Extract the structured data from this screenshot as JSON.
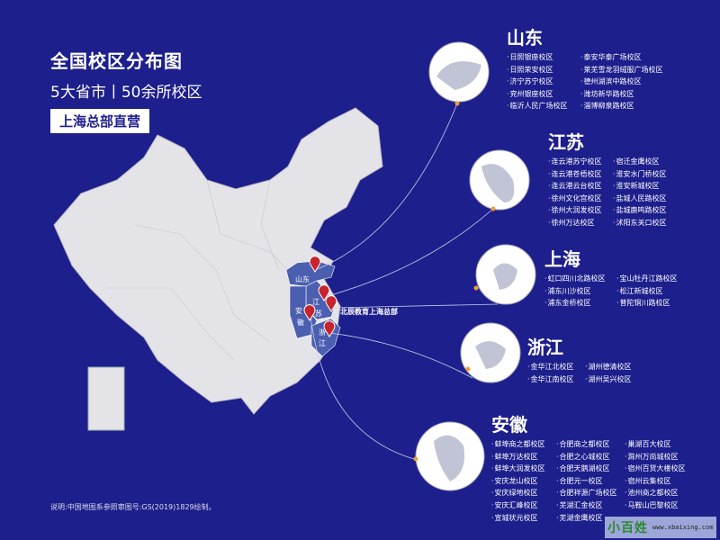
{
  "header": {
    "title": "全国校区分布图",
    "subtitle": "5大省市丨50余所校区",
    "badge": "上海总部直营"
  },
  "map": {
    "hq_label": "北辰教育上海总部",
    "labels": {
      "shandong": "山东",
      "jiangsu_a": "江",
      "jiangsu_b": "苏",
      "anhui_a": "安",
      "anhui_b": "徽",
      "zhejiang_a": "浙",
      "zhejiang_b": "江"
    }
  },
  "colors": {
    "background": "#1d1f8c",
    "highlight": "#4a5fb0",
    "land": "#e4e4e8",
    "dot": "#f0a030",
    "pin": "#c8242c"
  },
  "provinces": [
    {
      "name": "山东",
      "columns": [
        [
          "日照银座校区",
          "日照荣安校区",
          "济宁苏宁校区",
          "兖州银座校区",
          "临沂人民广场校区"
        ],
        [
          "泰安华泰广场校区",
          "莱芜雪龙羽绒服广场校区",
          "德州湖滨中路校区",
          "潍坊新华路校区",
          "淄博柳泉路校区"
        ]
      ]
    },
    {
      "name": "江苏",
      "columns": [
        [
          "连云港苏宁校区",
          "连云港苍梧校区",
          "连云港云台校区",
          "徐州文化宫校区",
          "徐州大润发校区",
          "徐州万达校区"
        ],
        [
          "宿迁金鹰校区",
          "淮安水门桥校区",
          "淮安新城校区",
          "盐城人民路校区",
          "盐城鹿鸣路校区",
          "沭阳东关口校区"
        ]
      ]
    },
    {
      "name": "上海",
      "columns": [
        [
          "虹口四川北路校区",
          "浦东川沙校区",
          "浦东金桥校区"
        ],
        [
          "宝山牡丹江路校区",
          "松江新城校区",
          "普陀铜川路校区"
        ]
      ]
    },
    {
      "name": "浙江",
      "columns": [
        [
          "金华江北校区",
          "金华江南校区"
        ],
        [
          "湖州德清校区",
          "湖州吴兴校区"
        ]
      ]
    },
    {
      "name": "安徽",
      "columns": [
        [
          "蚌埠商之都校区",
          "蚌埠万达校区",
          "蚌埠大润发校区",
          "安庆龙山校区",
          "安庆绿地校区",
          "安庆汇峰校区",
          "宣城状元校区"
        ],
        [
          "合肥商之都校区",
          "合肥之心城校区",
          "合肥天鹅湖校区",
          "合肥元一校区",
          "合肥祥源广场校区",
          "芜湖汇金校区",
          "芜湖金鹰校区"
        ],
        [
          "巢湖百大校区",
          "滁州万尚城校区",
          "宿州百货大楼校区",
          "宿州云集校区",
          "池州商之都校区",
          "马鞍山巴黎校区"
        ]
      ]
    }
  ],
  "footnote": "说明:中国地图系参照审图号:GS(2019)1829绘制。",
  "watermark": {
    "text": "小百姓",
    "url": "www.xbaixing.com"
  }
}
